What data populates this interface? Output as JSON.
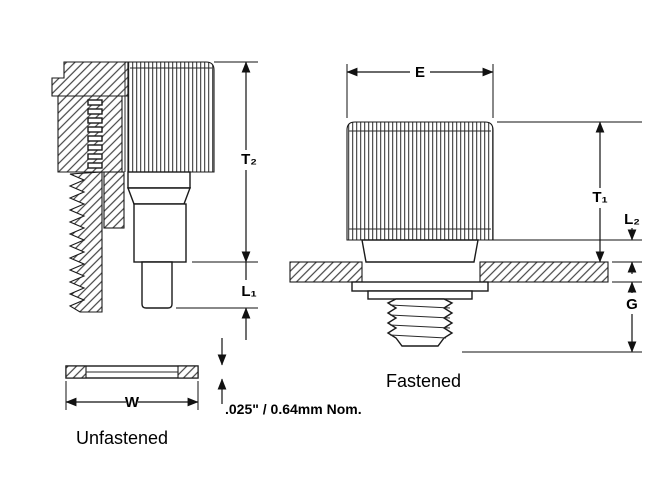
{
  "diagram": {
    "unfastened": {
      "caption": "Unfastened",
      "dim_t2": "T₂",
      "dim_l1": "L₁",
      "dim_w": "W",
      "thickness_note": ".025\" / 0.64mm Nom."
    },
    "fastened": {
      "caption": "Fastened",
      "dim_e": "E",
      "dim_t1": "T₁",
      "dim_l2": "L₂",
      "dim_g": "G"
    }
  }
}
